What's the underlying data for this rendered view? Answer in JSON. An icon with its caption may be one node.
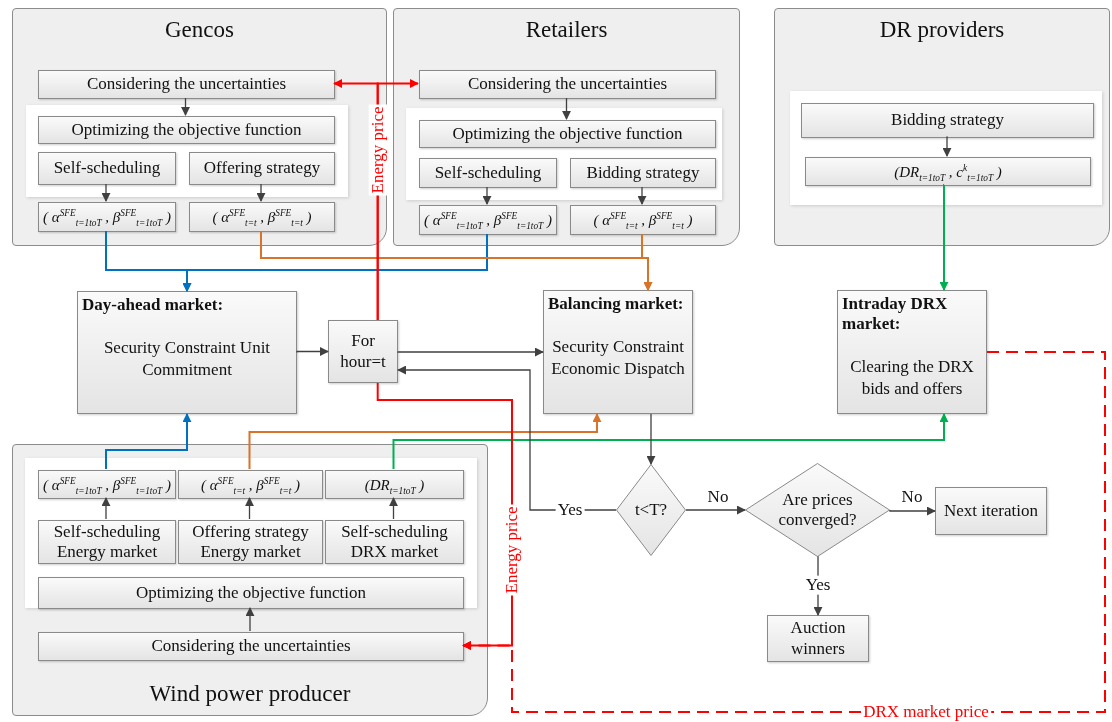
{
  "diagram": {
    "nodes": [
      {
        "text": [
          "Gencos"
        ]
      },
      {
        "text": [
          "Considering the uncertainties"
        ],
        "in": 0
      },
      {
        "text": [],
        "shape": "box",
        "in": 0
      },
      {
        "text": [
          "Optimizing the objective function"
        ],
        "in": 2
      },
      {
        "text": [
          "Self-scheduling"
        ],
        "in": 2
      },
      {
        "text": [
          "Offering strategy"
        ],
        "in": 2
      },
      {
        "text": [
          "( α$^{SFE}$$_{t=1toT}$ , β$^{SFE}$$_{t=1toT}$ )"
        ],
        "in": 0
      },
      {
        "text": [
          "( α$^{SFE}$$_{t=t}$ , β$^{SFE}$$_{t=t}$ )"
        ],
        "in": 0
      },
      {
        "text": [
          "Retailers"
        ]
      },
      {
        "text": [
          "Considering the uncertainties"
        ],
        "in": 8
      },
      {
        "text": [],
        "shape": "box",
        "in": 8
      },
      {
        "text": [
          "Optimizing the objective function"
        ],
        "in": 10
      },
      {
        "text": [
          "Self-scheduling"
        ],
        "in": 10
      },
      {
        "text": [
          "Bidding strategy"
        ],
        "in": 10
      },
      {
        "text": [
          "( α$^{SFE}$$_{t=1toT}$ , β$^{SFE}$$_{t=1toT}$ )"
        ],
        "in": 8
      },
      {
        "text": [
          "( α$^{SFE}$$_{t=t}$ , β$^{SFE}$$_{t=t}$ )"
        ],
        "in": 8
      },
      {
        "text": [
          "DR providers"
        ]
      },
      {
        "text": [],
        "shape": "box",
        "in": 16
      },
      {
        "text": [
          "Bidding strategy"
        ],
        "in": 17
      },
      {
        "text": [
          "(DR$_{t=1toT}$ , c$^{k}$$_{t=1toT}$ )"
        ],
        "in": 17
      },
      {
        "text": [
          "Day-ahead market:",
          "Security Constraint Unit Commitment"
        ]
      },
      {
        "text": [
          "For hour=t"
        ]
      },
      {
        "text": [
          "Balancing market:",
          "Security Constraint Economic Dispatch"
        ]
      },
      {
        "text": [
          "Intraday DRX market:",
          "Clearing the DRX bids and offers"
        ]
      },
      {
        "text": [
          "Wind power producer"
        ]
      },
      {
        "text": [],
        "shape": "box",
        "in": 24
      },
      {
        "text": [
          "( α$^{SFE}$$_{t=1toT}$ , β$^{SFE}$$_{t=1toT}$ )"
        ],
        "in": 25
      },
      {
        "text": [
          "( α$^{SFE}$$_{t=t}$ , β$^{SFE}$$_{t=t}$ )"
        ],
        "in": 25
      },
      {
        "text": [
          "(DR$_{t=1toT}$ )"
        ],
        "in": 25
      },
      {
        "text": [
          "Self-scheduling Energy market"
        ],
        "in": 25
      },
      {
        "text": [
          "Offering strategy Energy market"
        ],
        "in": 25
      },
      {
        "text": [
          "Self-scheduling DRX market"
        ],
        "in": 25
      },
      {
        "text": [
          "Optimizing the objective function"
        ],
        "in": 25
      },
      {
        "text": [
          "Considering the uncertainties"
        ],
        "in": 24
      },
      {
        "text": [
          "t<T?"
        ]
      },
      {
        "text": [
          "Are prices converged?"
        ]
      },
      {
        "text": [
          "Next iteration"
        ]
      },
      {
        "text": [
          "Auction winners"
        ]
      }
    ],
    "edges": [
      {
        "from": 1,
        "to": 3,
        "arrow": "to"
      },
      {
        "from": 4,
        "to": 6,
        "arrow": "to"
      },
      {
        "from": 5,
        "to": 7,
        "arrow": "to"
      },
      {
        "from": 9,
        "to": 11,
        "arrow": "to"
      },
      {
        "from": 12,
        "to": 14,
        "arrow": "to"
      },
      {
        "from": 13,
        "to": 15,
        "arrow": "to"
      },
      {
        "from": 18,
        "to": 19,
        "arrow": "to"
      },
      {
        "from": 6,
        "to": 20,
        "arrow": "to",
        "color": "#0070c0"
      },
      {
        "from": 14,
        "to": 20,
        "arrow": "to",
        "color": "#0070c0"
      },
      {
        "from": 7,
        "to": 22,
        "arrow": "to",
        "color": "#d9732a"
      },
      {
        "from": 15,
        "to": 22,
        "arrow": "to",
        "color": "#d9732a"
      },
      {
        "from": 19,
        "to": 23,
        "arrow": "to",
        "color": "#00b050"
      },
      {
        "from": 26,
        "to": 20,
        "arrow": "to",
        "color": "#0070c0"
      },
      {
        "from": 27,
        "to": 22,
        "arrow": "to",
        "color": "#d9732a"
      },
      {
        "from": 28,
        "to": 23,
        "arrow": "to",
        "color": "#00b050"
      },
      {
        "from": 29,
        "to": 26,
        "arrow": "to"
      },
      {
        "from": 30,
        "to": 27,
        "arrow": "to"
      },
      {
        "from": 31,
        "to": 28,
        "arrow": "to"
      },
      {
        "from": 33,
        "to": 32,
        "arrow": "to"
      },
      {
        "from": 21,
        "to": 1,
        "arrow": "to",
        "label": "Energy price",
        "color": "#ff0000"
      },
      {
        "from": 21,
        "to": 9,
        "arrow": "to",
        "color": "#ff0000"
      },
      {
        "from": 21,
        "to": 33,
        "arrow": "to",
        "label": "Energy price",
        "color": "#ff0000"
      },
      {
        "from": 20,
        "to": 21,
        "arrow": "to"
      },
      {
        "from": 21,
        "to": 22,
        "arrow": "to"
      },
      {
        "from": 34,
        "to": 21,
        "arrow": "to",
        "label": "Yes"
      },
      {
        "from": 22,
        "to": 34,
        "arrow": "to"
      },
      {
        "from": 34,
        "to": 35,
        "arrow": "to",
        "label": "No"
      },
      {
        "from": 35,
        "to": 36,
        "arrow": "to",
        "label": "No"
      },
      {
        "from": 35,
        "to": 37,
        "arrow": "to",
        "label": "Yes"
      },
      {
        "from": 23,
        "to": 33,
        "arrow": "to",
        "label": "DRX market price",
        "style": "dashed",
        "color": "#ff0000"
      }
    ]
  }
}
